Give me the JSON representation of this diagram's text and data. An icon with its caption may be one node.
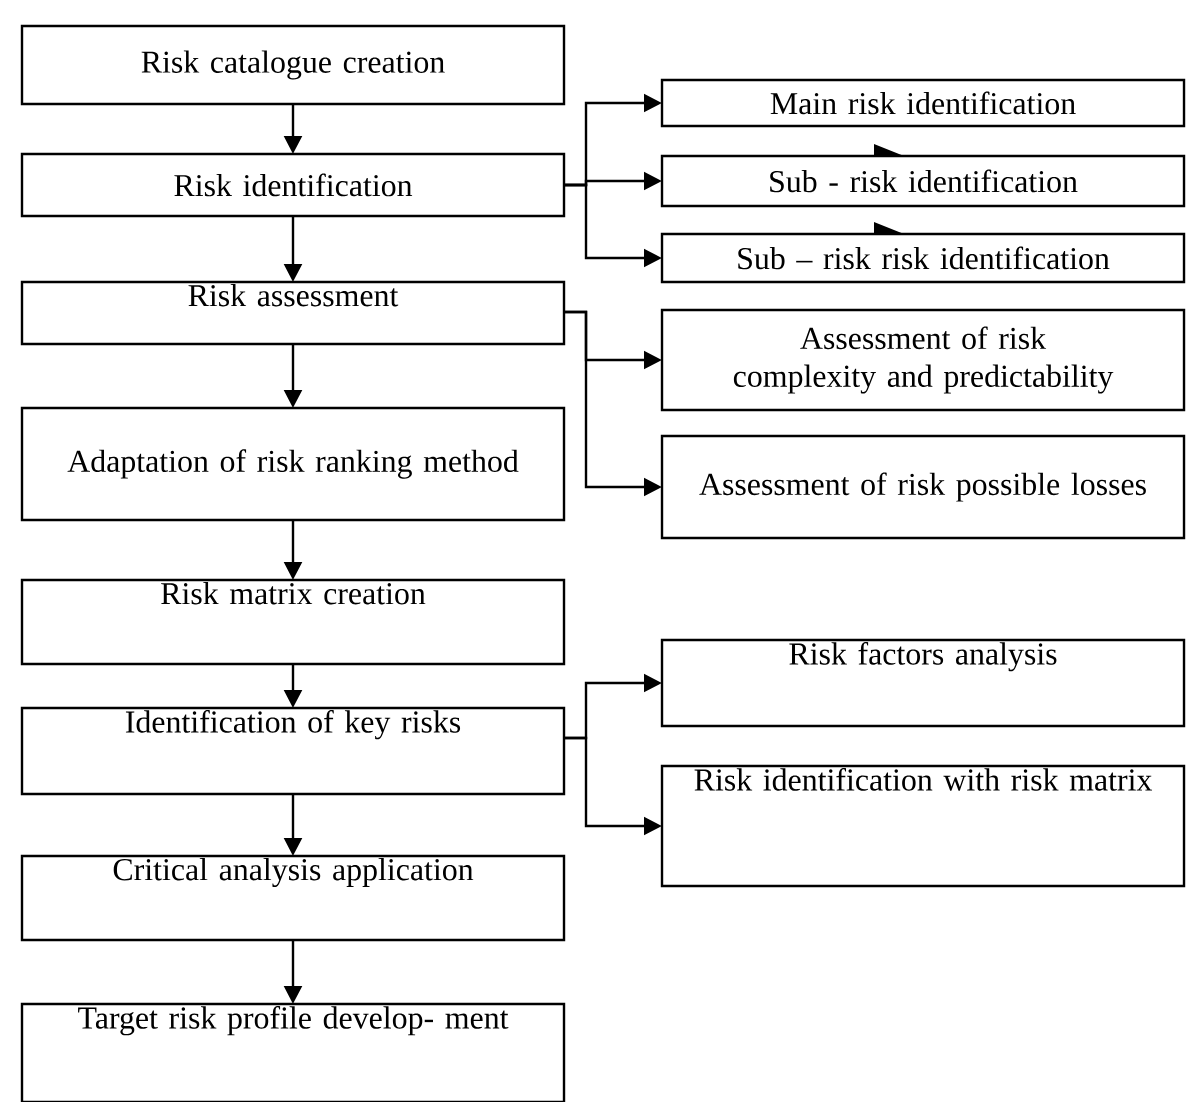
{
  "diagram": {
    "nodes": [
      {
        "text": [
          "Risk catalogue creation"
        ]
      },
      {
        "text": [
          "Risk identification"
        ]
      },
      {
        "text": [
          "Risk assessment"
        ]
      },
      {
        "text": [
          "Adaptation of risk ranking method"
        ]
      },
      {
        "text": [
          "Risk matrix creation"
        ]
      },
      {
        "text": [
          "Identification of key risks"
        ]
      },
      {
        "text": [
          "Critical analysis application"
        ]
      },
      {
        "text": [
          "Target risk profile develop- ment"
        ]
      },
      {
        "text": [
          "Main risk identification"
        ]
      },
      {
        "text": [
          "Sub - risk identification"
        ]
      },
      {
        "text": [
          "Sub – risk risk identification"
        ]
      },
      {
        "text": [
          "Assessment of risk complexity and predictability"
        ]
      },
      {
        "text": [
          "Assessment of risk possible losses"
        ]
      },
      {
        "text": [
          "Risk factors analysis"
        ]
      },
      {
        "text": [
          "Risk identification with risk matrix"
        ]
      }
    ],
    "edges": [
      {
        "from": 0,
        "to": 1,
        "arrow": "to"
      },
      {
        "from": 1,
        "to": 2,
        "arrow": "to"
      },
      {
        "from": 2,
        "to": 3,
        "arrow": "to"
      },
      {
        "from": 3,
        "to": 4,
        "arrow": "to"
      },
      {
        "from": 4,
        "to": 5,
        "arrow": "to"
      },
      {
        "from": 5,
        "to": 6,
        "arrow": "to"
      },
      {
        "from": 6,
        "to": 7,
        "arrow": "to"
      },
      {
        "from": 1,
        "to": 8,
        "arrow": "to"
      },
      {
        "from": 1,
        "to": 9,
        "arrow": "to"
      },
      {
        "from": 1,
        "to": 10,
        "arrow": "to"
      },
      {
        "from": 2,
        "to": 11,
        "arrow": "to"
      },
      {
        "from": 2,
        "to": 12,
        "arrow": "to"
      },
      {
        "from": 5,
        "to": 13,
        "arrow": "to"
      },
      {
        "from": 5,
        "to": 14,
        "arrow": "to"
      }
    ]
  }
}
